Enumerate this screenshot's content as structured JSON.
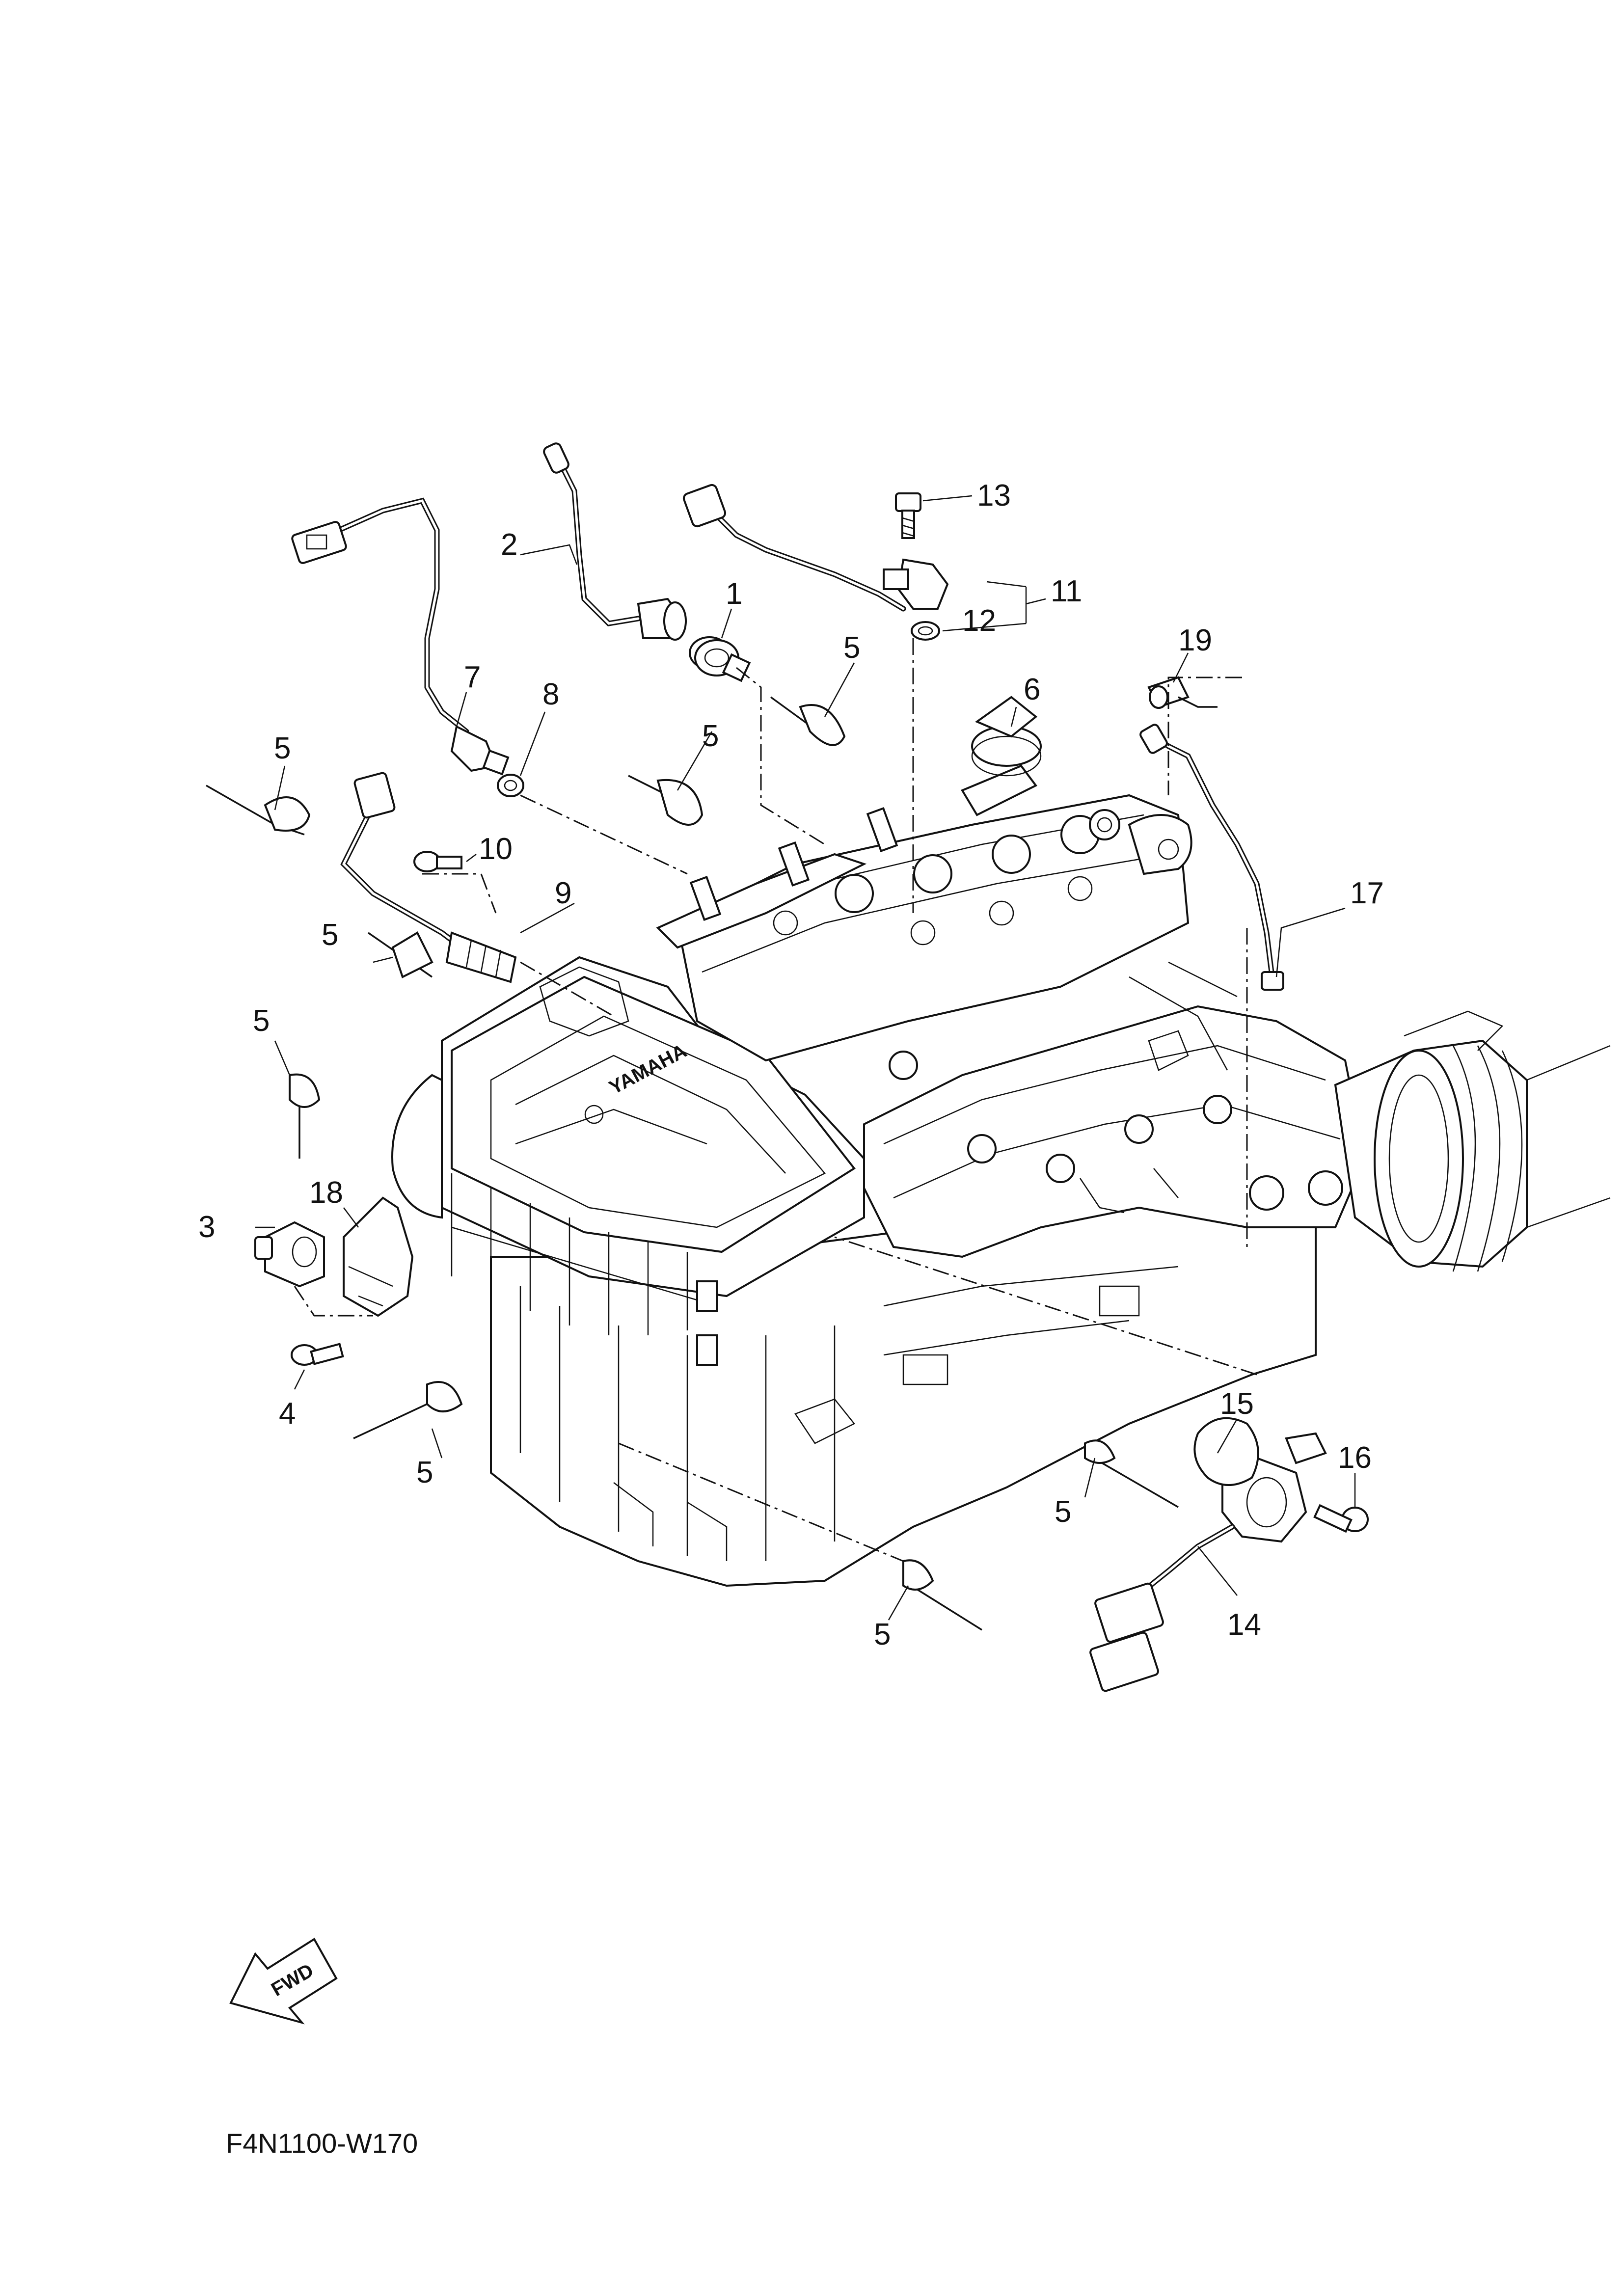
{
  "callouts": [
    {
      "id": "c1",
      "label": "1"
    },
    {
      "id": "c2",
      "label": "2"
    },
    {
      "id": "c3",
      "label": "3"
    },
    {
      "id": "c4",
      "label": "4"
    },
    {
      "id": "c5a",
      "label": "5"
    },
    {
      "id": "c5b",
      "label": "5"
    },
    {
      "id": "c5c",
      "label": "5"
    },
    {
      "id": "c5d",
      "label": "5"
    },
    {
      "id": "c5e",
      "label": "5"
    },
    {
      "id": "c5f",
      "label": "5"
    },
    {
      "id": "c5g",
      "label": "5"
    },
    {
      "id": "c5h",
      "label": "5"
    },
    {
      "id": "c6",
      "label": "6"
    },
    {
      "id": "c7",
      "label": "7"
    },
    {
      "id": "c8",
      "label": "8"
    },
    {
      "id": "c9",
      "label": "9"
    },
    {
      "id": "c10",
      "label": "10"
    },
    {
      "id": "c11",
      "label": "11"
    },
    {
      "id": "c12",
      "label": "12"
    },
    {
      "id": "c13",
      "label": "13"
    },
    {
      "id": "c14",
      "label": "14"
    },
    {
      "id": "c15",
      "label": "15"
    },
    {
      "id": "c16",
      "label": "16"
    },
    {
      "id": "c17",
      "label": "17"
    },
    {
      "id": "c18",
      "label": "18"
    },
    {
      "id": "c19",
      "label": "19"
    }
  ],
  "fwd_label": "FWD",
  "engine_brand": "YAMAHA",
  "drawing_code": "F4N1100-W170"
}
